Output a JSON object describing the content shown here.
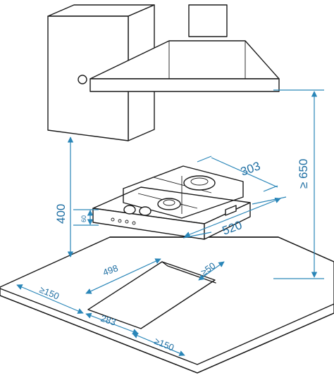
{
  "dimensions": {
    "hood_height": "≥ 650",
    "cabinet_height": "400",
    "hob_height": "60",
    "hob_width": "303",
    "hob_depth": "520",
    "cutout_depth": "498",
    "cutout_gap": "≥50",
    "cutout_width": "283",
    "front_clearance": "≥150",
    "side_clearance": "≥150"
  },
  "colors": {
    "outline": "#1a1a1a",
    "dimension": "#2a86b8"
  }
}
